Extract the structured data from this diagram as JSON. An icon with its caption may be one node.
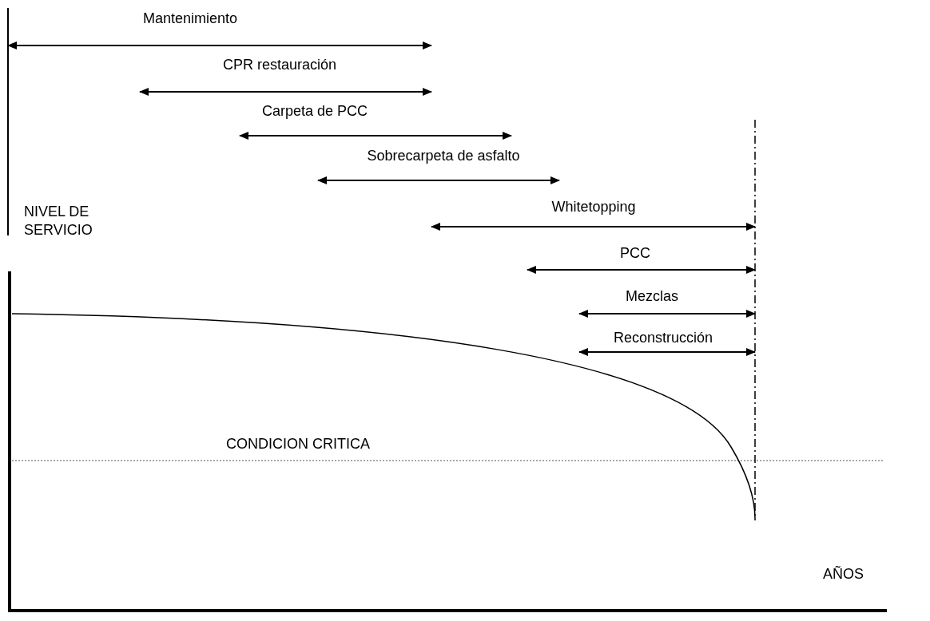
{
  "diagram": {
    "labels": [
      "Mantenimiento",
      "CPR restauración",
      "Carpeta de PCC",
      "Sobrecarpeta de asfalto",
      "Whitetopping",
      "PCC",
      "Mezclas",
      "Reconstrucción",
      "NIVEL DE SERVICIO",
      "CONDICION CRITICA",
      "AÑOS"
    ]
  }
}
